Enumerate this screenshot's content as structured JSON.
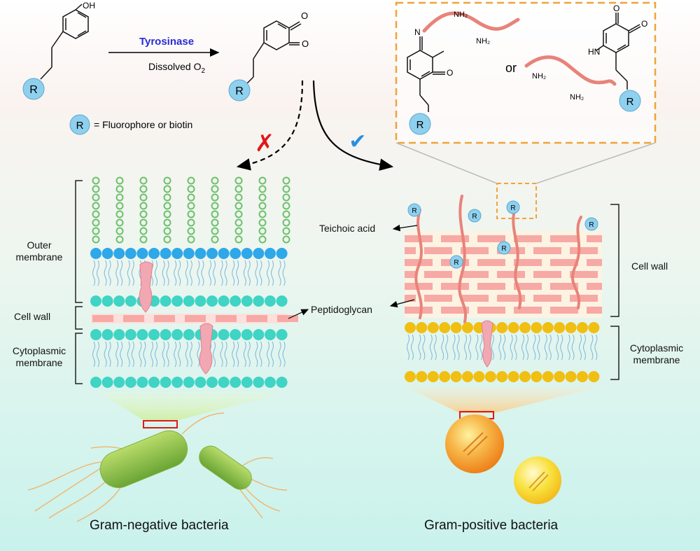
{
  "reaction": {
    "substrate_group": "R",
    "product_group": "R",
    "enzyme": "Tyrosinase",
    "condition_prefix": "Dissolved O",
    "condition_subscript": "2",
    "o_label_1": "O",
    "o_label_2": "O",
    "oh_label": "OH"
  },
  "legend": {
    "symbol": "R",
    "text": "= Fluorophore or biotin"
  },
  "inset": {
    "or_text": "or",
    "nh2_a": "NH₂",
    "nh2_b": "NH₂",
    "nh2_c": "NH₂",
    "nh2_d": "NH₂",
    "hn": "HN",
    "n": "N",
    "o_a": "O",
    "o_b": "O",
    "o_c": "O",
    "r_a": "R",
    "r_b": "R"
  },
  "gram_negative": {
    "outer_membrane": "Outer\nmembrane",
    "cell_wall": "Cell wall",
    "cytoplasmic_membrane": "Cytoplasmic\nmembrane",
    "title": "Gram-negative bacteria"
  },
  "gram_positive": {
    "teichoic_acid": "Teichoic acid",
    "peptidoglycan": "Peptidoglycan",
    "cell_wall": "Cell wall",
    "cytoplasmic_membrane": "Cytoplasmic\nmembrane",
    "title": "Gram-positive bacteria",
    "r_tag": "R"
  },
  "marks": {
    "fail": "✗",
    "success": "✔"
  },
  "colors": {
    "lps": "#6cc16c",
    "headgroup_neg": "#3fd4c4",
    "headgroup_pos": "#f0bf12",
    "tail": "#7cb7dc",
    "protein": "#f2a8b2",
    "peptidoglycan": "#f7a9a5",
    "teichoic": "#e8837a",
    "r_bubble": "#8fd0ee",
    "enzyme": "#2b2bd6",
    "inset_border": "#f0a43a",
    "fail": "#e01818",
    "success": "#2a8fe0"
  }
}
